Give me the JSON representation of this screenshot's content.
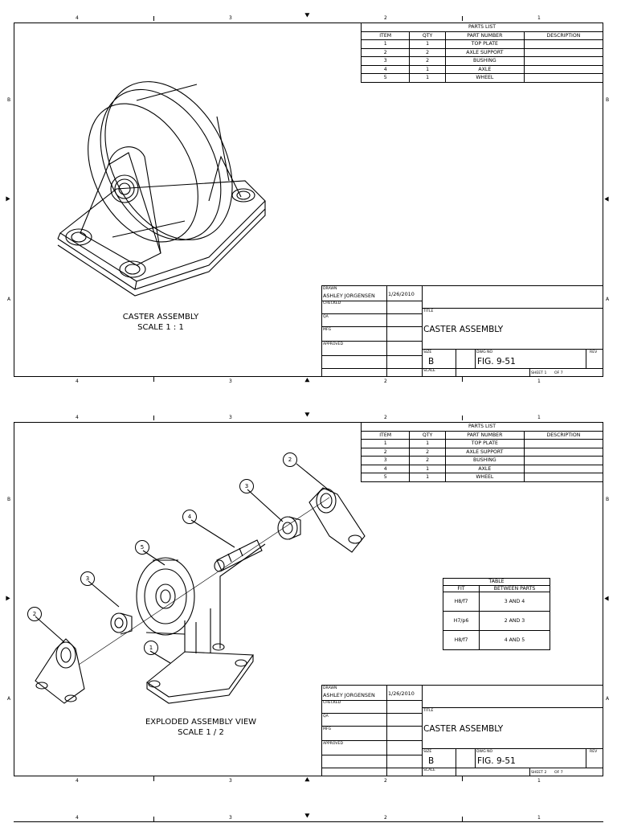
{
  "zone_numbers": [
    "4",
    "3",
    "2",
    "1"
  ],
  "zone_letters": [
    "B",
    "A"
  ],
  "parts_list": {
    "title": "PARTS LIST",
    "headers": [
      "ITEM",
      "QTY",
      "PART NUMBER",
      "DESCRIPTION"
    ],
    "rows": [
      [
        "1",
        "1",
        "TOP PLATE",
        ""
      ],
      [
        "2",
        "2",
        "AXLE SUPPORT",
        ""
      ],
      [
        "3",
        "2",
        "BUSHING",
        ""
      ],
      [
        "4",
        "1",
        "AXLE",
        ""
      ],
      [
        "5",
        "1",
        "WHEEL",
        ""
      ]
    ]
  },
  "title_block": {
    "drawn_label": "DRAWN",
    "drawn_by": "ASHLEY JORGENSEN",
    "drawn_date": "1/26/2010",
    "checked_label": "CHECKED",
    "qa_label": "QA",
    "mfg_label": "MFG",
    "approved_label": "APPROVED",
    "title_label": "TITLE",
    "title": "CASTER ASSEMBLY",
    "size_label": "SIZE",
    "size": "B",
    "dwg_label": "DWG NO",
    "dwg_no": "FIG. 9-51",
    "rev_label": "REV",
    "scale_label": "SCALE",
    "sheet_of": "OF 7"
  },
  "sheets": [
    {
      "sheet_label": "SHEET 1",
      "view_title": "CASTER ASSEMBLY",
      "view_scale": "SCALE 1 : 1"
    },
    {
      "sheet_label": "SHEET 2",
      "view_title": "EXPLODED ASSEMBLY VIEW",
      "view_scale": "SCALE 1 / 2",
      "balloons": [
        "2",
        "3",
        "4",
        "5",
        "3",
        "2",
        "1"
      ],
      "fit_table": {
        "title": "TABLE",
        "headers": [
          "FIT",
          "BETWEEN PARTS"
        ],
        "rows": [
          [
            "H8/f7",
            "3 AND 4"
          ],
          [
            "H7/p6",
            "2 AND 3"
          ],
          [
            "H8/f7",
            "4 AND 5"
          ]
        ]
      }
    }
  ]
}
